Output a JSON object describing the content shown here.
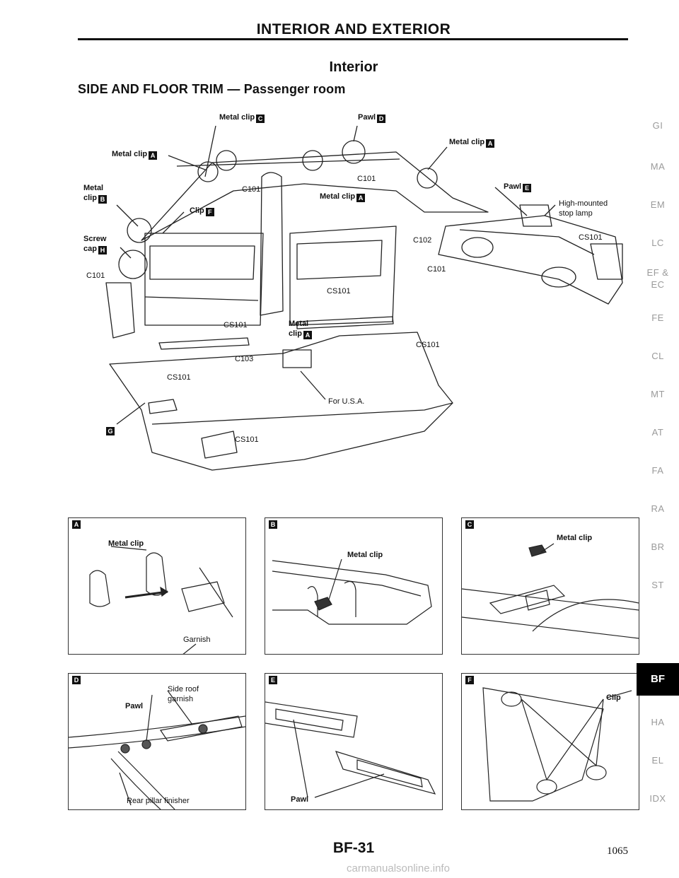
{
  "header": {
    "title": "INTERIOR AND EXTERIOR"
  },
  "sub_header": "Interior",
  "section_title": "SIDE AND FLOOR TRIM — Passenger room",
  "main_diagram": {
    "labels": {
      "metal_clip_c": "Metal clip",
      "pawl_d": "Pawl",
      "metal_clip_a_top": "Metal clip",
      "metal_clip_a_left": "Metal clip",
      "metal": "Metal",
      "clip": "clip",
      "clip_f": "Clip",
      "screw": "Screw",
      "cap": "cap",
      "metal_clip_a_mid": "Metal clip",
      "pawl_e": "Pawl",
      "high_mounted": "High-mounted",
      "stop_lamp": "stop lamp",
      "metal_lower": "Metal",
      "clip_lower": "clip",
      "for_usa": "For U.S.A."
    },
    "badges": {
      "a": "A",
      "b": "B",
      "c": "C",
      "d": "D",
      "e": "E",
      "f": "F",
      "g": "G",
      "h": "H"
    },
    "callouts": {
      "c101_a": "C101",
      "c101_b": "C101",
      "c101_c": "C101",
      "c101_d": "C101",
      "c102": "C102",
      "c103": "C103",
      "cs101_a": "CS101",
      "cs101_b": "CS101",
      "cs101_c": "CS101",
      "cs101_d": "CS101",
      "cs101_e": "CS101",
      "cs101_f": "CS101"
    }
  },
  "detail_panels": {
    "a": {
      "letter": "A",
      "label1": "Metal clip",
      "label2": "Garnish"
    },
    "b": {
      "letter": "B",
      "label1": "Metal clip"
    },
    "c": {
      "letter": "C",
      "label1": "Metal clip"
    },
    "d": {
      "letter": "D",
      "label1": "Side roof",
      "label2": "garnish",
      "label3": "Pawl",
      "label4": "Rear pillar finisher"
    },
    "e": {
      "letter": "E",
      "label1": "Pawl"
    },
    "f": {
      "letter": "F",
      "label1": "Clip"
    }
  },
  "section_index": {
    "items": [
      "GI",
      "MA",
      "EM",
      "LC",
      "EF &",
      "EC",
      "FE",
      "CL",
      "MT",
      "AT",
      "FA",
      "RA",
      "BR",
      "ST",
      "BF",
      "HA",
      "EL",
      "IDX"
    ],
    "active": "BF"
  },
  "footer": {
    "page_code": "BF-31",
    "page_number": "1065",
    "watermark": "carmanualsonline.info"
  }
}
